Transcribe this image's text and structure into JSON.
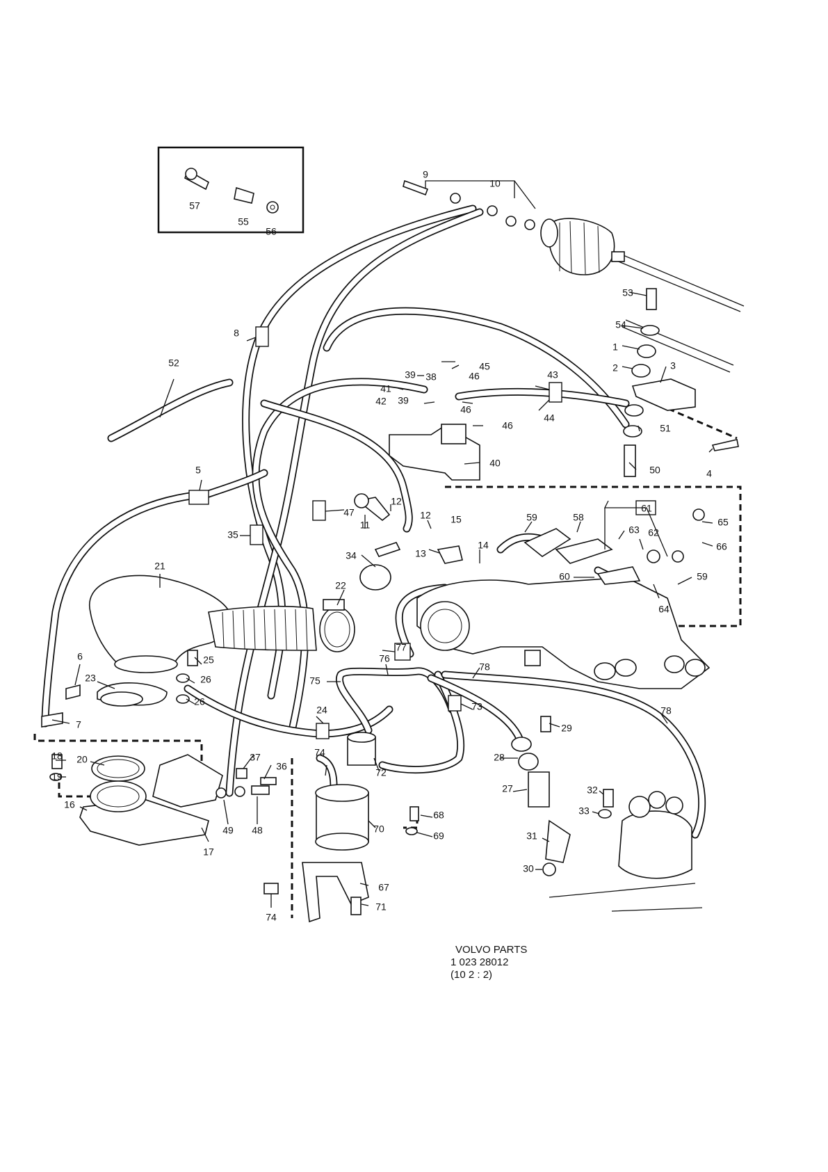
{
  "footer": {
    "line1": "VOLVO  PARTS",
    "line2": "1  023   28012",
    "line3": "(10 2 : 2)"
  },
  "callouts": {
    "c1": "1",
    "c2": "2",
    "c3": "3",
    "c4": "4",
    "c5": "5",
    "c6": "6",
    "c7": "7",
    "c8": "8",
    "c9": "9",
    "c10": "10",
    "c11": "11",
    "c12a": "12",
    "c12b": "12",
    "c13": "13",
    "c14": "14",
    "c15": "15",
    "c16": "16",
    "c17": "17",
    "c18": "18",
    "c19": "19",
    "c20": "20",
    "c21": "21",
    "c22": "22",
    "c23": "23",
    "c24": "24",
    "c25": "25",
    "c26a": "26",
    "c26b": "26",
    "c27": "27",
    "c28": "28",
    "c29": "29",
    "c30": "30",
    "c31": "31",
    "c32": "32",
    "c33": "33",
    "c34": "34",
    "c35": "35",
    "c36": "36",
    "c37": "37",
    "c38": "38",
    "c39a": "39",
    "c39b": "39",
    "c40": "40",
    "c41": "41",
    "c42": "42",
    "c43": "43",
    "c44": "44",
    "c45": "45",
    "c46a": "46",
    "c46b": "46",
    "c46c": "46",
    "c47": "47",
    "c48": "48",
    "c49": "49",
    "c50": "50",
    "c51": "51",
    "c52": "52",
    "c53": "53",
    "c54": "54",
    "c55": "55",
    "c56": "56",
    "c57": "57",
    "c58": "58",
    "c59a": "59",
    "c59b": "59",
    "c60": "60",
    "c61": "61",
    "c62": "62",
    "c63": "63",
    "c64": "64",
    "c65": "65",
    "c66": "66",
    "c67": "67",
    "c68": "68",
    "c69": "69",
    "c70": "70",
    "c71": "71",
    "c72": "72",
    "c73": "73",
    "c74a": "74",
    "c74b": "74",
    "c75": "75",
    "c76": "76",
    "c77": "77",
    "c78a": "78",
    "c78b": "78"
  }
}
